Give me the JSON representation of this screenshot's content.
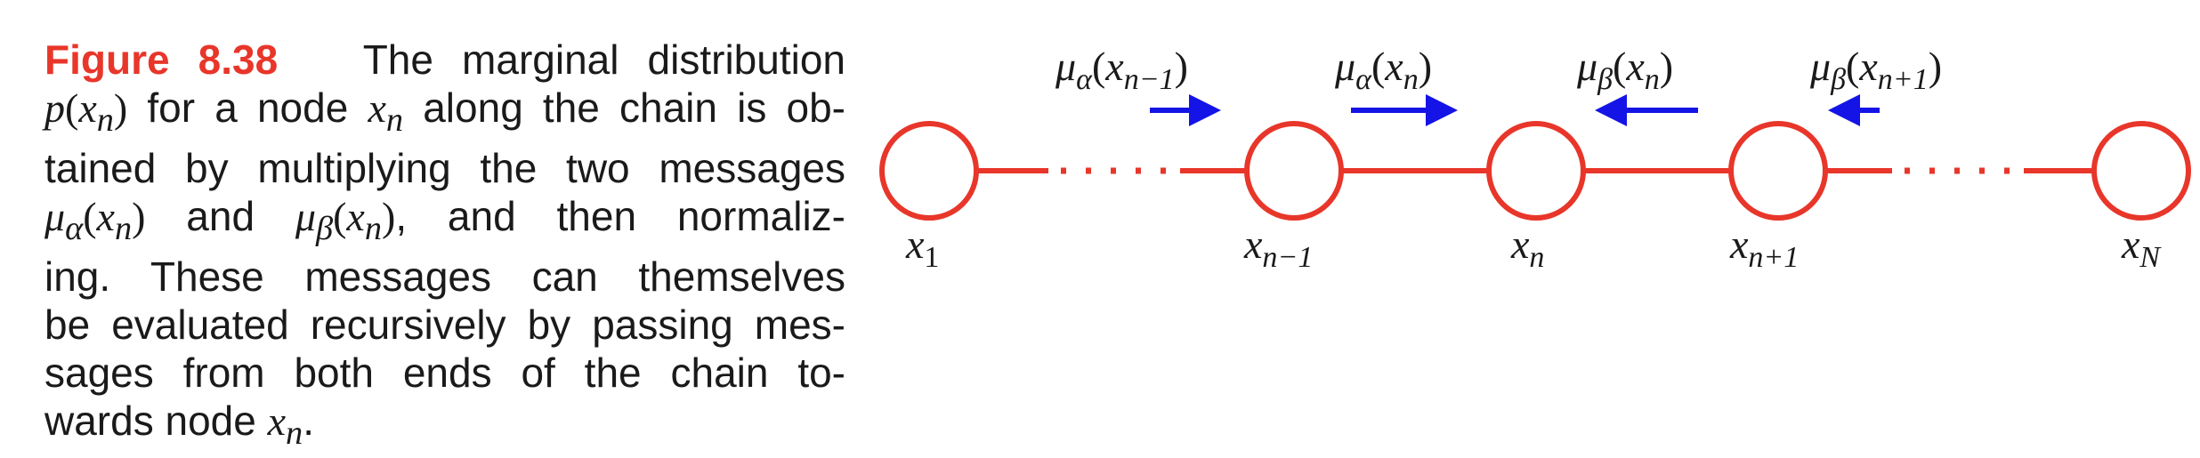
{
  "caption": {
    "figure_label": "Figure 8.38",
    "lines": [
      [
        "The marginal distribution"
      ],
      [
        "p(x_n)",
        "for a node",
        "x_n",
        "along the chain is ob-"
      ],
      [
        "tained by multiplying the two messages"
      ],
      [
        "μ_α(x_n)",
        "and",
        "μ_β(x_n)",
        ", and then normaliz-"
      ],
      [
        "ing.  These messages can themselves"
      ],
      [
        "be evaluated recursively by passing mes-"
      ],
      [
        "sages from both ends of the chain to-"
      ],
      [
        "wards node",
        "x_n",
        "."
      ]
    ],
    "text": {
      "l1": "The marginal distribution",
      "l2_a": "for a node",
      "l2_b": "along the chain is ob-",
      "l3": "tained by multiplying the two messages",
      "l4_a": "and",
      "l4_b": ", and then normaliz-",
      "l5": "ing.  These messages can themselves",
      "l6": "be evaluated recursively by passing mes-",
      "l7": "sages from both ends of the chain to-",
      "l8_a": "wards node",
      "l8_b": "."
    }
  },
  "diagram": {
    "nodes": [
      {
        "name": "x",
        "sub": "1"
      },
      {
        "name": "x",
        "sub": "n−1"
      },
      {
        "name": "x",
        "sub": "n"
      },
      {
        "name": "x",
        "sub": "n+1"
      },
      {
        "name": "x",
        "sub": "N"
      }
    ],
    "messages": [
      {
        "symbol": "μ",
        "greek_sub": "α",
        "arg": "x",
        "arg_sub": "n−1",
        "direction": "right"
      },
      {
        "symbol": "μ",
        "greek_sub": "α",
        "arg": "x",
        "arg_sub": "n",
        "direction": "right"
      },
      {
        "symbol": "μ",
        "greek_sub": "β",
        "arg": "x",
        "arg_sub": "n",
        "direction": "left"
      },
      {
        "symbol": "μ",
        "greek_sub": "β",
        "arg": "x",
        "arg_sub": "n+1",
        "direction": "left"
      }
    ],
    "colors": {
      "node_stroke": "#e8362a",
      "edge": "#e8362a",
      "arrow": "#1414e6",
      "label_accent": "#e8362a",
      "text": "#1a1a1a"
    }
  }
}
